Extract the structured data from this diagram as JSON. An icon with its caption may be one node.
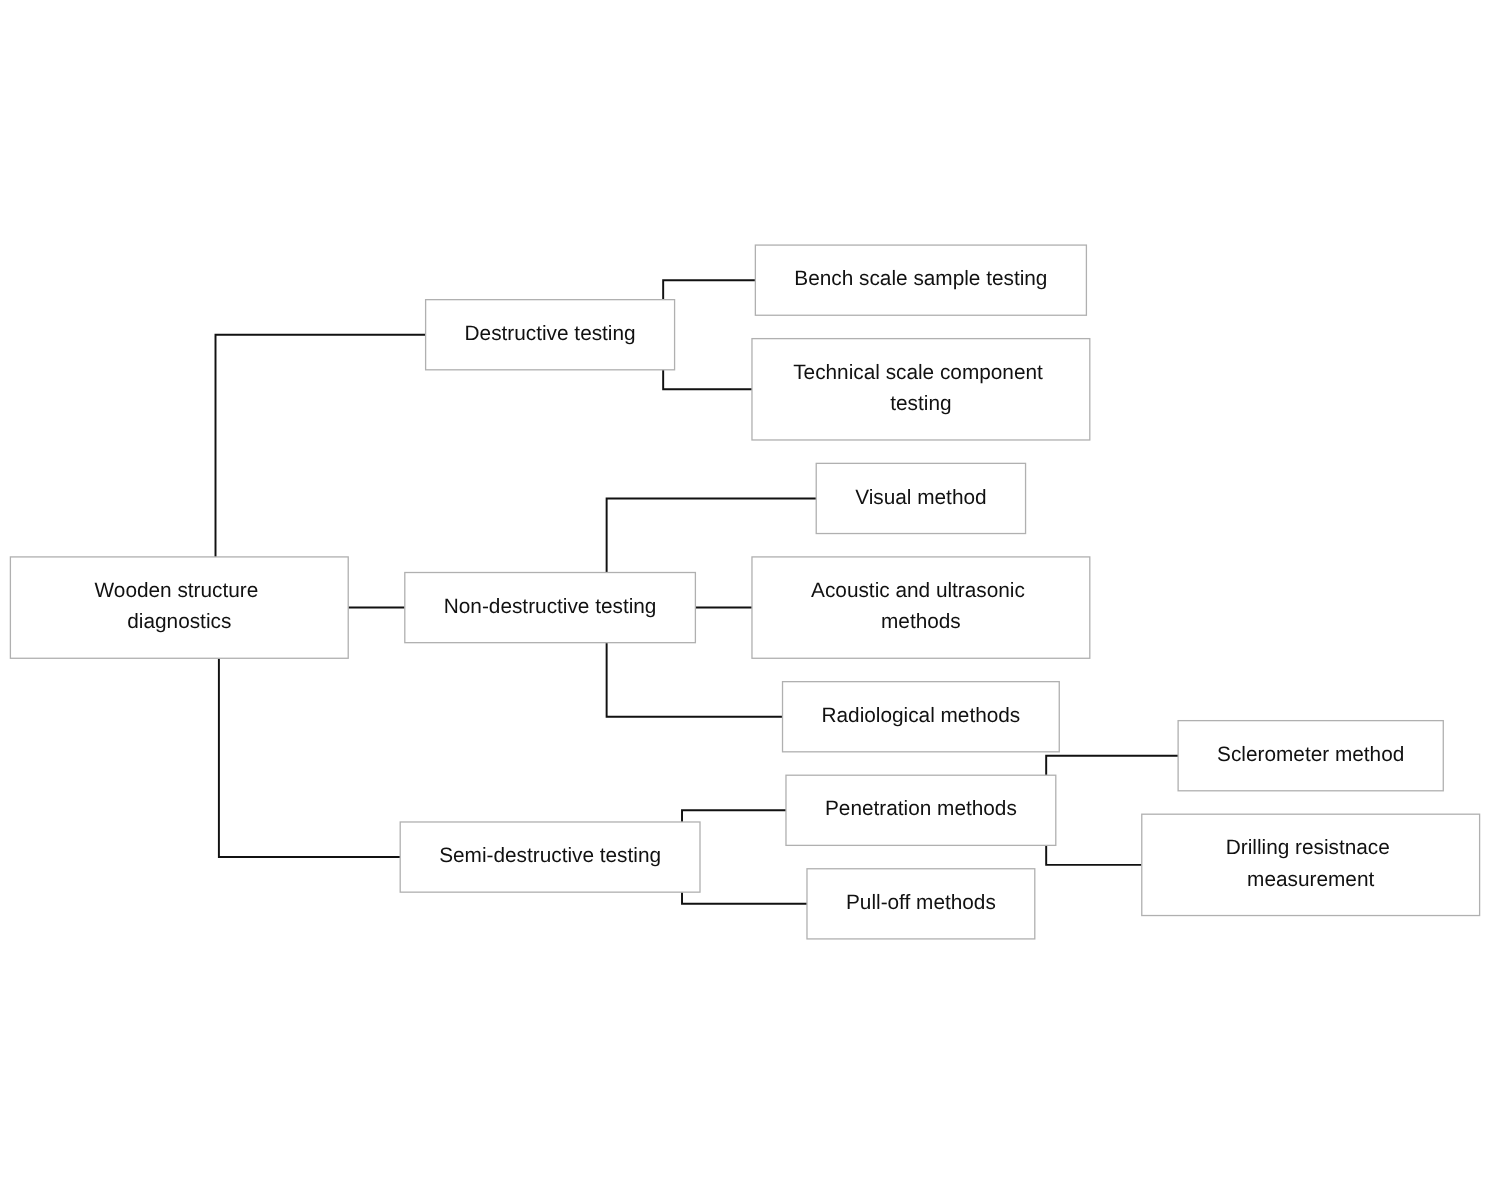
{
  "diagram": {
    "nodes": [
      {
        "text": [
          "Wooden structure diagnostics"
        ]
      },
      {
        "text": [
          "Destructive testing"
        ]
      },
      {
        "text": [
          "Bench scale sample testing"
        ]
      },
      {
        "text": [
          "Technical scale component testing"
        ]
      },
      {
        "text": [
          "Non-destructive testing"
        ]
      },
      {
        "text": [
          "Visual method"
        ]
      },
      {
        "text": [
          "Acoustic and ultrasonic methods"
        ]
      },
      {
        "text": [
          "Radiological methods"
        ]
      },
      {
        "text": [
          "Semi-destructive testing"
        ]
      },
      {
        "text": [
          "Penetration methods"
        ]
      },
      {
        "text": [
          "Sclerometer method"
        ]
      },
      {
        "text": [
          "Drilling resistnace measurement"
        ]
      },
      {
        "text": [
          "Pull-off methods"
        ]
      }
    ],
    "edges": [
      {
        "from": 0,
        "to": 1,
        "arrow": "none"
      },
      {
        "from": 0,
        "to": 4,
        "arrow": "none"
      },
      {
        "from": 0,
        "to": 8,
        "arrow": "none"
      },
      {
        "from": 1,
        "to": 2,
        "arrow": "none"
      },
      {
        "from": 1,
        "to": 3,
        "arrow": "none"
      },
      {
        "from": 4,
        "to": 5,
        "arrow": "none"
      },
      {
        "from": 4,
        "to": 6,
        "arrow": "none"
      },
      {
        "from": 4,
        "to": 7,
        "arrow": "none"
      },
      {
        "from": 8,
        "to": 9,
        "arrow": "none"
      },
      {
        "from": 8,
        "to": 12,
        "arrow": "none"
      },
      {
        "from": 9,
        "to": 10,
        "arrow": "none"
      },
      {
        "from": 9,
        "to": 11,
        "arrow": "none"
      }
    ]
  }
}
